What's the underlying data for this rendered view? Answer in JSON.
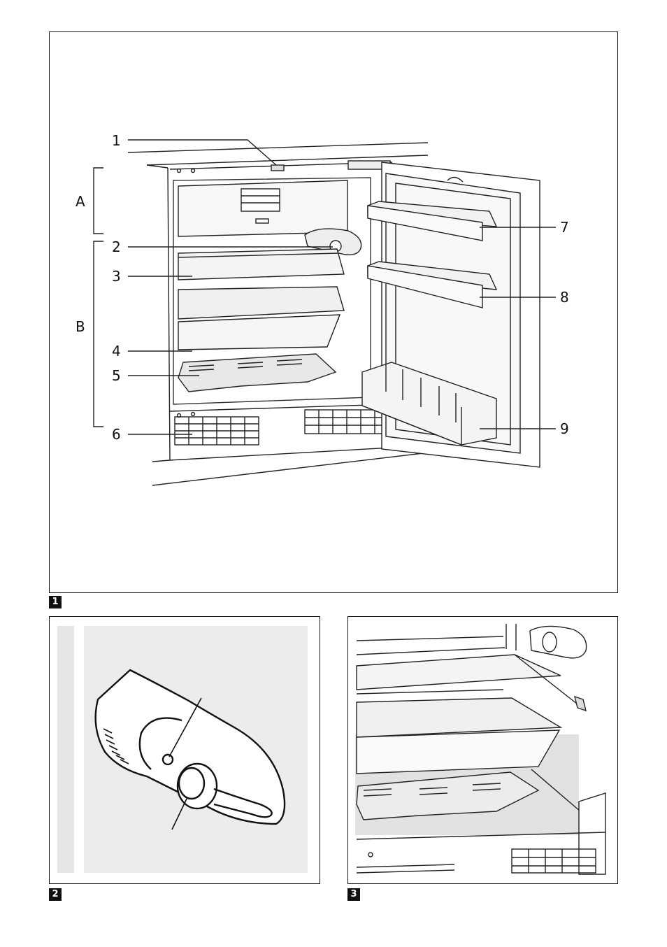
{
  "figure1": {
    "badge": "1",
    "callouts": {
      "c1": "1",
      "c2": "2",
      "c3": "3",
      "c4": "4",
      "c5": "5",
      "c6": "6",
      "c7": "7",
      "c8": "8",
      "c9": "9",
      "zoneA": "A",
      "zoneB": "B"
    }
  },
  "figure2": {
    "badge": "2"
  },
  "figure3": {
    "badge": "3"
  }
}
